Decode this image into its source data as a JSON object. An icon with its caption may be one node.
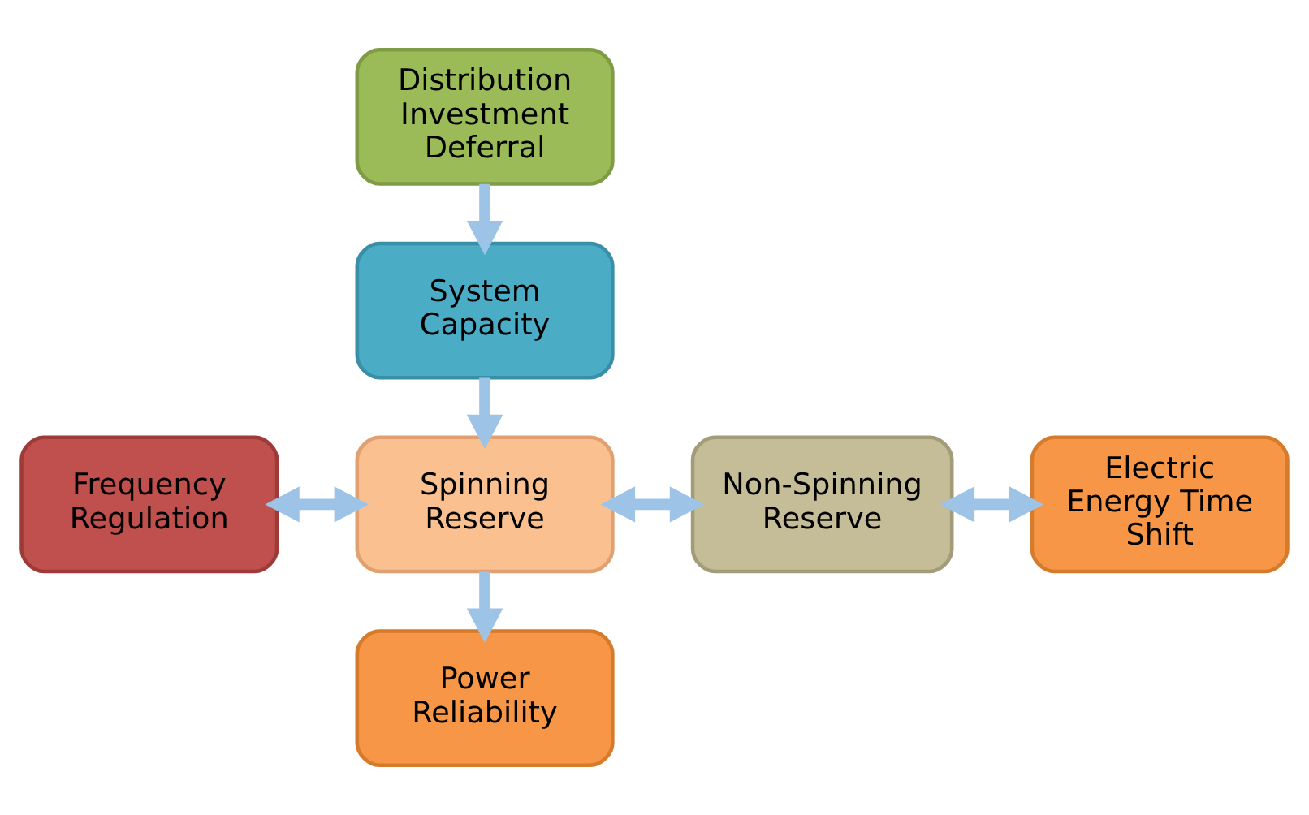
{
  "diagram": {
    "nodes": [
      {
        "text": [
          "Distribution Investment Deferral"
        ]
      },
      {
        "text": [
          "System Capacity"
        ]
      },
      {
        "text": [
          "Frequency Regulation"
        ]
      },
      {
        "text": [
          "Spinning Reserve"
        ]
      },
      {
        "text": [
          "Non-Spinning Reserve"
        ]
      },
      {
        "text": [
          "Electric Energy Time Shift"
        ]
      },
      {
        "text": [
          "Power Reliability"
        ]
      }
    ],
    "edges": [
      {
        "from": 0,
        "to": 1,
        "arrow": "to"
      },
      {
        "from": 1,
        "to": 3,
        "arrow": "to"
      },
      {
        "from": 2,
        "to": 3,
        "arrow": "both"
      },
      {
        "from": 3,
        "to": 4,
        "arrow": "both"
      },
      {
        "from": 4,
        "to": 5,
        "arrow": "both"
      },
      {
        "from": 3,
        "to": 6,
        "arrow": "to"
      }
    ]
  }
}
